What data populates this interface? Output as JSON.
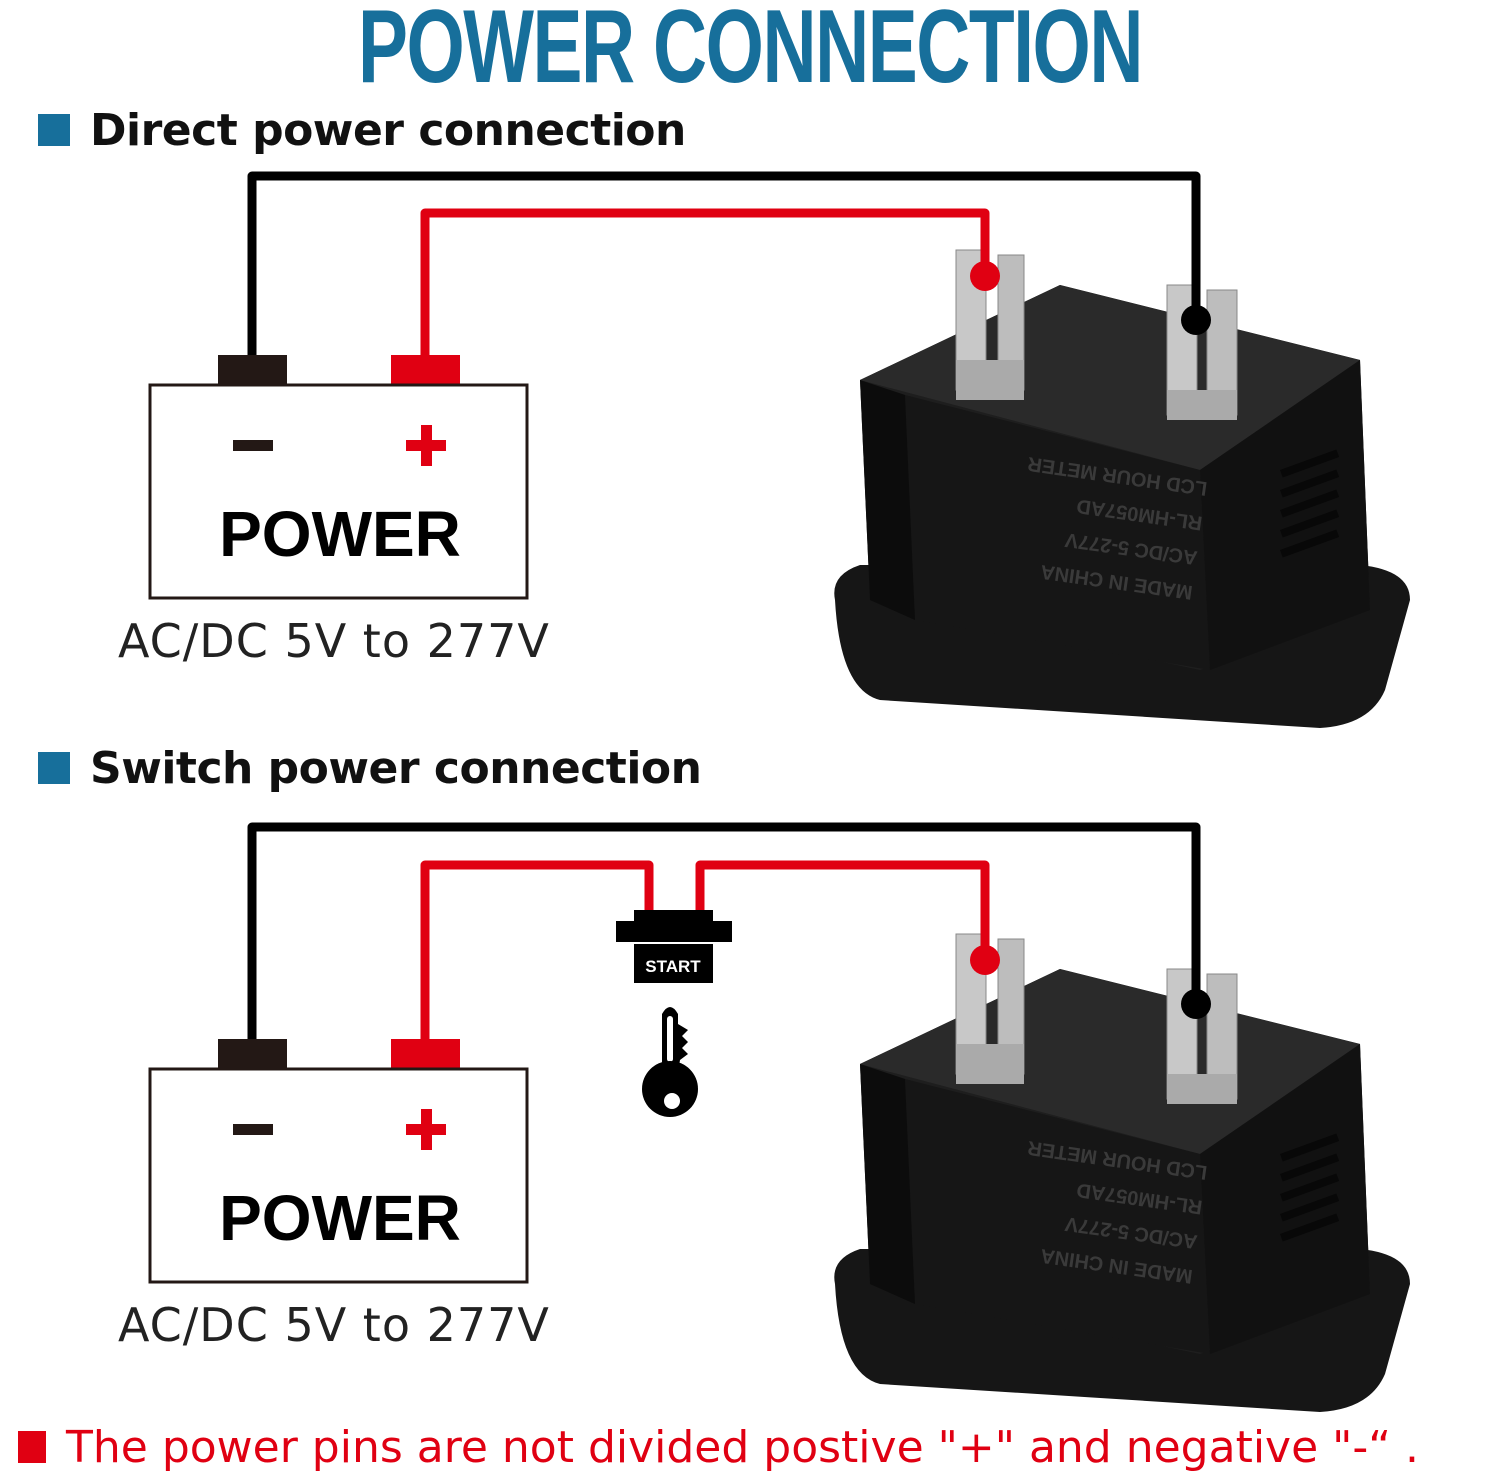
{
  "title": "POWER CONNECTION",
  "colors": {
    "title_blue": "#176f9b",
    "wire_red": "#e00012",
    "wire_black": "#000000",
    "terminal_negative": "#231815"
  },
  "sections": [
    {
      "heading": "Direct power connection",
      "power_source": {
        "negative_symbol": "−",
        "positive_symbol": "+",
        "label": "POWER",
        "voltage": "AC/DC 5V to 277V"
      },
      "device": "hour-meter-photo"
    },
    {
      "heading": "Switch power connection",
      "power_source": {
        "negative_symbol": "−",
        "positive_symbol": "+",
        "label": "POWER",
        "voltage": "AC/DC 5V to 277V"
      },
      "switch": {
        "label": "START",
        "icon": "key-icon"
      },
      "device": "hour-meter-photo"
    }
  ],
  "device_label_lines": [
    "MADE IN CHINA",
    "AC/DC 5-277V",
    "RL-HM057AD",
    "LCD HOUR METER"
  ],
  "footer_note": "The power pins are not divided postive \"+\" and negative \"-“ ."
}
